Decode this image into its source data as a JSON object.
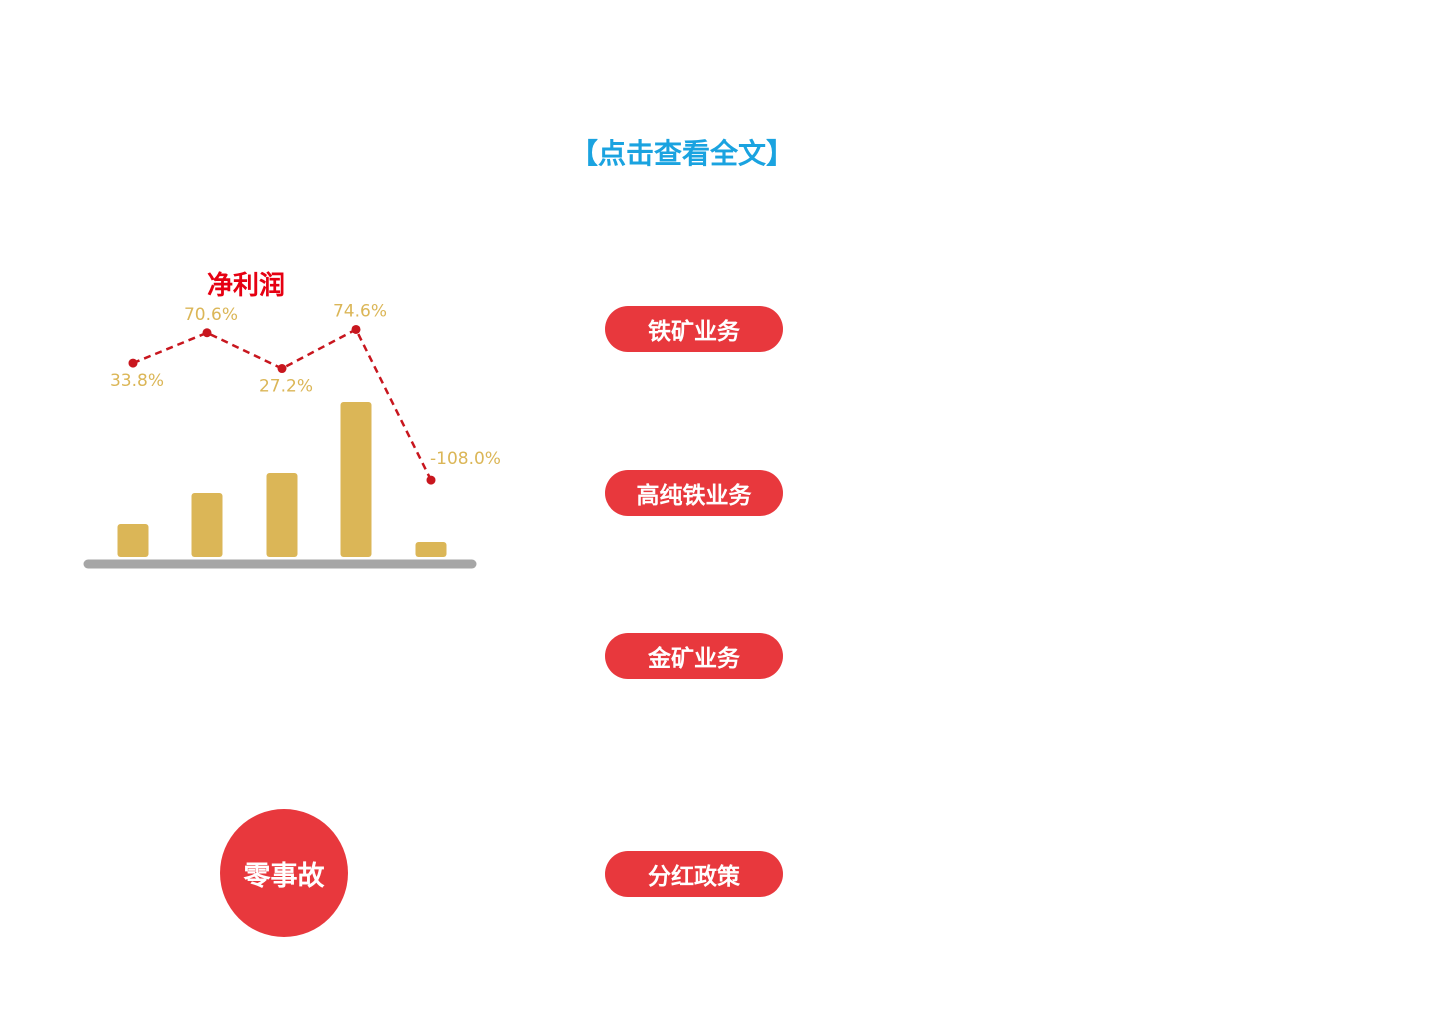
{
  "header": {
    "read_more_label": "【点击查看全文】"
  },
  "sections": [
    {
      "label": "铁矿业务"
    },
    {
      "label": "高纯铁业务"
    },
    {
      "label": "金矿业务"
    },
    {
      "label": "分红政策"
    }
  ],
  "badge": {
    "label": "零事故"
  },
  "colors": {
    "accent_red": "#e8383d",
    "title_red": "#e60012",
    "bar_gold": "#dbb657",
    "line_red": "#c8161e",
    "link_blue": "#1aa3e0",
    "axis_gray": "#a6a6a6"
  },
  "chart_data": {
    "type": "bar",
    "title": "净利润",
    "categories": [
      "",
      "",
      "",
      "",
      ""
    ],
    "values": [
      33,
      64,
      84,
      155,
      15
    ],
    "ylim": [
      0,
      160
    ],
    "grid": false,
    "series": [
      {
        "type": "line",
        "values": [
          33.8,
          70.6,
          27.2,
          74.6,
          -108.0
        ],
        "labels": [
          "33.8%",
          "70.6%",
          "27.2%",
          "74.6%",
          "-108.0%"
        ],
        "label_position": [
          "below",
          "above",
          "below",
          "above",
          "right"
        ],
        "style": "dashed",
        "ylim": [
          -120,
          80
        ]
      }
    ]
  }
}
